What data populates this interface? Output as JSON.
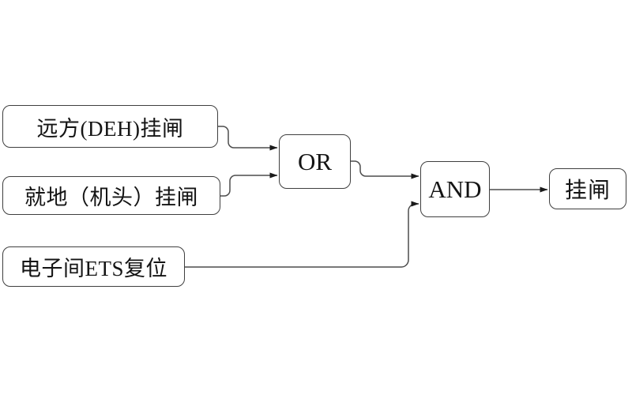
{
  "diagram": {
    "type": "logic-flow",
    "nodes": {
      "input_remote": {
        "label": "远方(DEH)挂闸",
        "kind": "input"
      },
      "input_local": {
        "label": "就地（机头）挂闸",
        "kind": "input"
      },
      "input_ets": {
        "label": "电子间ETS复位",
        "kind": "input"
      },
      "gate_or": {
        "label": "OR",
        "kind": "logic-gate"
      },
      "gate_and": {
        "label": "AND",
        "kind": "logic-gate"
      },
      "output_latch": {
        "label": "挂闸",
        "kind": "output"
      }
    },
    "edges": [
      {
        "from": "input_remote",
        "to": "gate_or"
      },
      {
        "from": "input_local",
        "to": "gate_or"
      },
      {
        "from": "gate_or",
        "to": "gate_and"
      },
      {
        "from": "input_ets",
        "to": "gate_and"
      },
      {
        "from": "gate_and",
        "to": "output_latch"
      }
    ],
    "colors": {
      "background": "#ffffff",
      "box_border": "#3f3f3f",
      "wire": "#4d4d4d",
      "arrowhead": "#1a1a1a",
      "text": "#141414"
    }
  }
}
